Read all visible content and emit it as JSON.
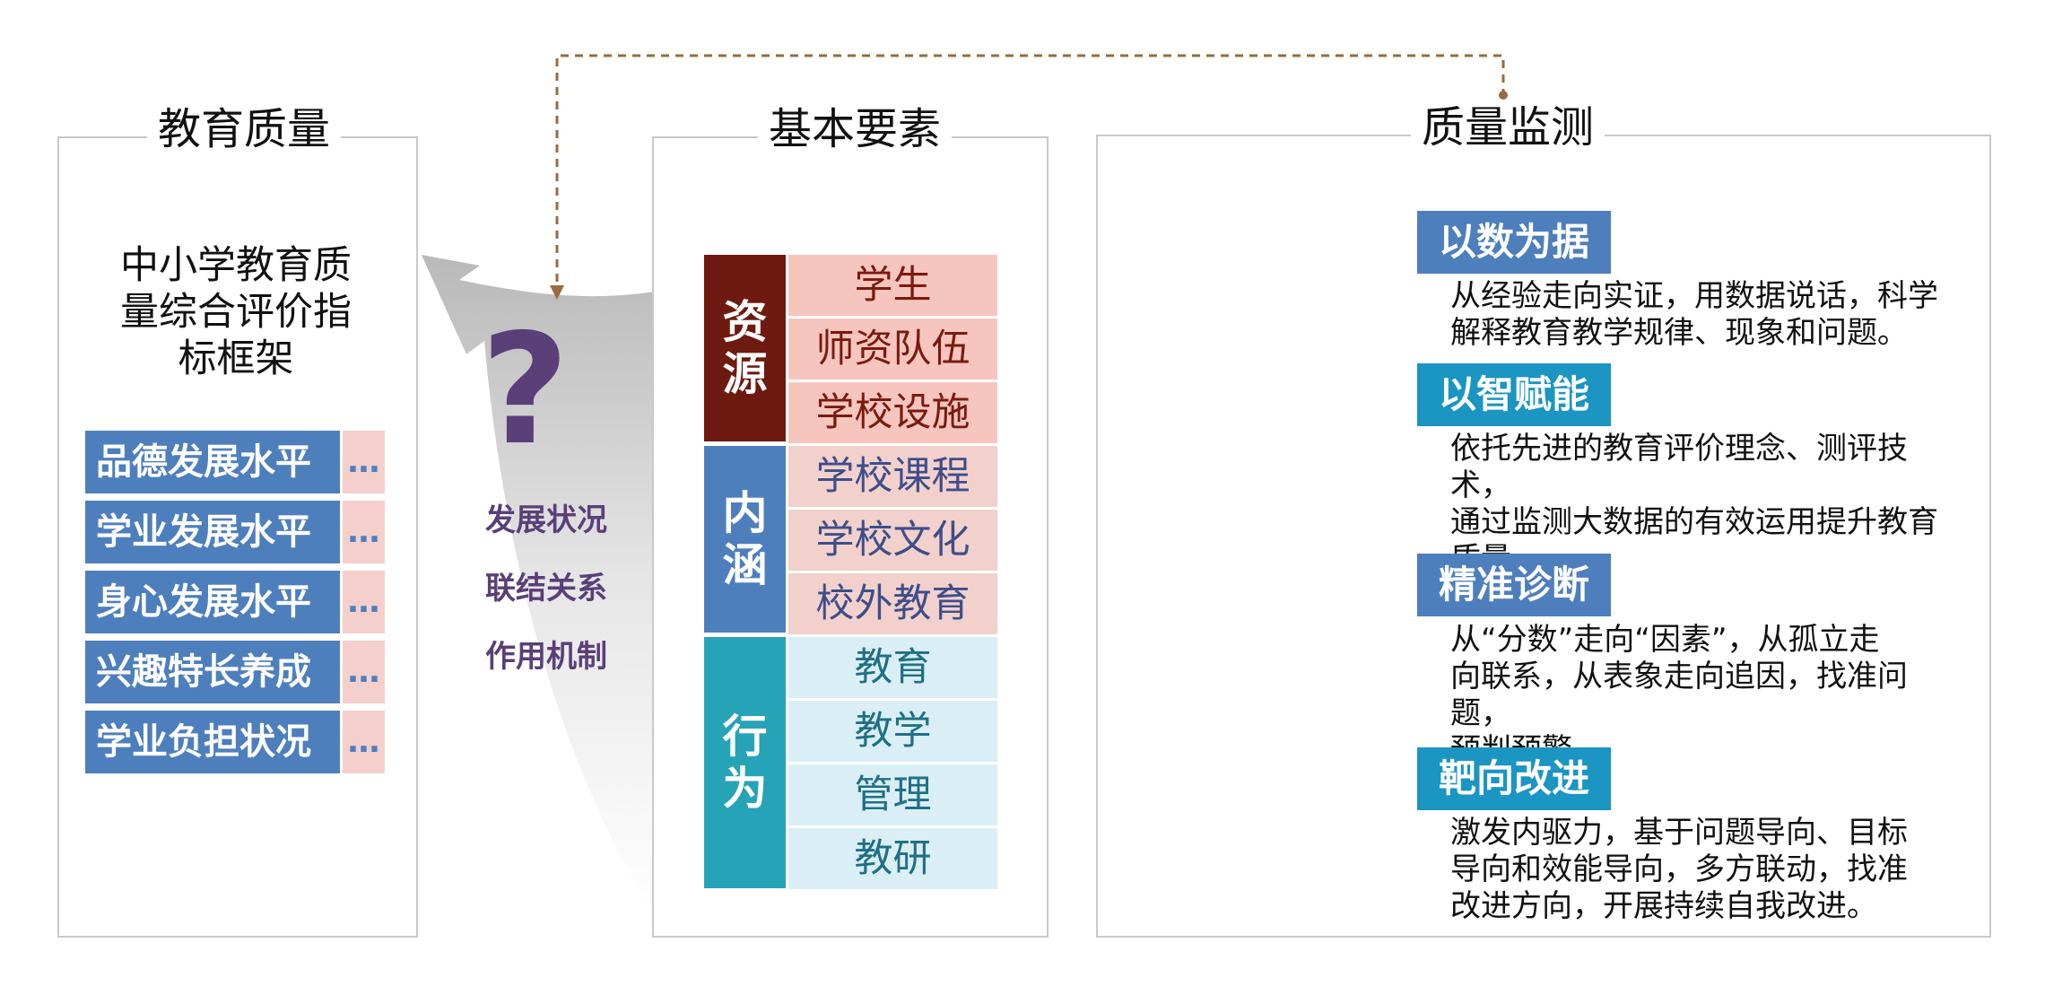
{
  "left": {
    "title": "教育质量",
    "framework_lines": [
      "中小学教育质",
      "量综合评价指",
      "标框架"
    ],
    "rows": [
      {
        "label": "品德发展水平",
        "more": "…"
      },
      {
        "label": "学业发展水平",
        "more": "…"
      },
      {
        "label": "身心发展水平",
        "more": "…"
      },
      {
        "label": "兴趣特长养成",
        "more": "…"
      },
      {
        "label": "学业负担状况",
        "more": "…"
      }
    ]
  },
  "center_flow": {
    "question_mark": "?",
    "items": [
      "发展状况",
      "联结关系",
      "作用机制"
    ]
  },
  "middle": {
    "title": "基本要素",
    "groups": [
      {
        "name_chars": [
          "资",
          "源"
        ],
        "color": "#6e1a10",
        "items": [
          "学生",
          "师资队伍",
          "学校设施"
        ]
      },
      {
        "name_chars": [
          "内",
          "涵"
        ],
        "color": "#4e7fbd",
        "items": [
          "学校课程",
          "学校文化",
          "校外教育"
        ]
      },
      {
        "name_chars": [
          "行",
          "为"
        ],
        "color": "#27a3b8",
        "items": [
          "教育",
          "教学",
          "管理",
          "教研"
        ]
      }
    ]
  },
  "right": {
    "title": "质量监测",
    "features": [
      {
        "tag": "以数为据",
        "tag_color": "#4e7fbd",
        "lines": [
          "从经验走向实证，用数据说话，科学",
          "解释教育教学规律、现象和问题。"
        ]
      },
      {
        "tag": "以智赋能",
        "tag_color": "#1b95c2",
        "lines": [
          "依托先进的教育评价理念、测评技术，",
          "通过监测大数据的有效运用提升教育",
          "质量。"
        ]
      },
      {
        "tag": "精准诊断",
        "tag_color": "#4e7fbd",
        "lines": [
          "从“分数”走向“因素”，从孤立走",
          "向联系，从表象走向追因，找准问题，",
          "预判预警。"
        ]
      },
      {
        "tag": "靶向改进",
        "tag_color": "#1b95c2",
        "lines": [
          "激发内驱力，基于问题导向、目标",
          "导向和效能导向，多方联动，找准",
          "改进方向，开展持续自我改进。"
        ]
      }
    ]
  },
  "colors": {
    "blue": "#4e7fbd",
    "teal": "#27a3b8",
    "maroon": "#6e1a10",
    "gray": "#a5a5a5",
    "connector": "#9b6a3e",
    "question": "#5a3f79"
  },
  "icons": {
    "magnifier": "magnifier-icon",
    "network": "network-graph-icon"
  }
}
